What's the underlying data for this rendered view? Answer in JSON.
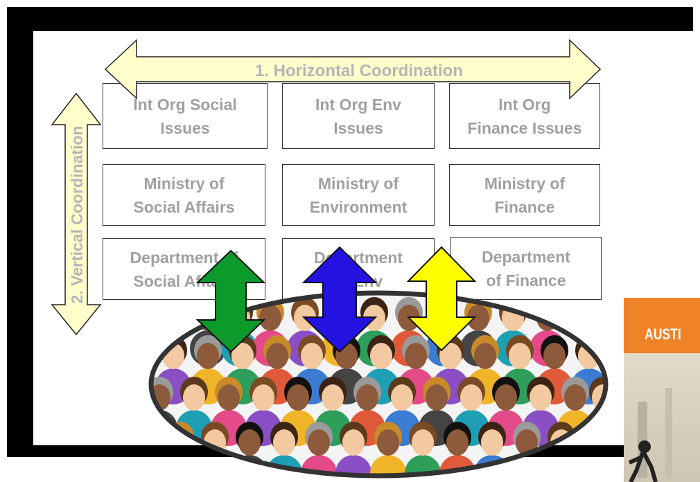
{
  "diagram": {
    "horizontal_label": "1. Horizontal Coordination",
    "vertical_label": "2. Vertical Coordination",
    "grid": [
      [
        "Int Org Social\nIssues",
        "Int Org Env\nIssues",
        "Int Org\nFinance Issues"
      ],
      [
        "Ministry of\nSocial Affairs",
        "Ministry of\nEnvironment",
        "Ministry of\nFinance"
      ],
      [
        "Department of\nSocial Affairs",
        "Department\nof Env",
        "Department\nof Finance"
      ]
    ],
    "arrow_colors": {
      "green": "#0c9a2b",
      "blue": "#2413e0",
      "yellow": "#ffff00",
      "banner": "#ffffcc"
    }
  },
  "book_cover": {
    "title": "AUSTI"
  }
}
